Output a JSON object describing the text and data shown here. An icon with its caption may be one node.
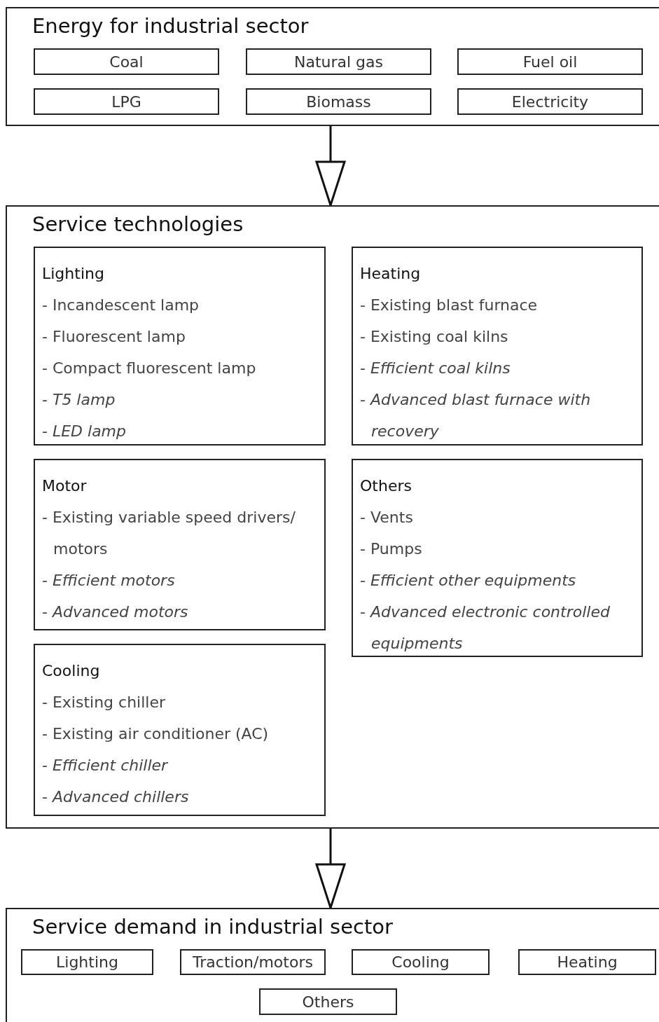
{
  "diagram": {
    "nodes": [
      {
        "text": [
          "Energy for industrial sector"
        ]
      },
      {
        "text": [
          "Coal"
        ],
        "in": 0
      },
      {
        "text": [
          "Natural gas"
        ],
        "in": 0
      },
      {
        "text": [
          "Fuel oil"
        ],
        "in": 0
      },
      {
        "text": [
          "LPG"
        ],
        "in": 0
      },
      {
        "text": [
          "Biomass"
        ],
        "in": 0
      },
      {
        "text": [
          "Electricity"
        ],
        "in": 0
      },
      {
        "text": [
          "Service technologies"
        ]
      },
      {
        "text": [
          "Lighting",
          "- Incandescent lamp",
          "- Fluorescent lamp",
          "- Compact fluorescent lamp",
          "- *T5 lamp*",
          "- *LED lamp*"
        ],
        "in": 7
      },
      {
        "text": [
          "Heating",
          "- Existing blast furnace",
          "- Existing coal kilns",
          "- *Efficient coal kilns*",
          "- *Advanced blast furnace with recovery*"
        ],
        "in": 7
      },
      {
        "text": [
          "Motor",
          "- Existing variable speed drivers/ motors",
          "- *Efficient motors*",
          "- *Advanced motors*"
        ],
        "in": 7
      },
      {
        "text": [
          "Others",
          "- Vents",
          "- Pumps",
          "- *Efficient other equipments*",
          "- *Advanced electronic controlled equipments*"
        ],
        "in": 7
      },
      {
        "text": [
          "Cooling",
          "- Existing chiller",
          "- Existing air conditioner (AC)",
          "- *Efficient chiller*",
          "- *Advanced chillers*"
        ],
        "in": 7
      },
      {
        "text": [
          "Service demand in industrial sector"
        ]
      },
      {
        "text": [
          "Lighting"
        ],
        "in": 13
      },
      {
        "text": [
          "Traction/motors"
        ],
        "in": 13
      },
      {
        "text": [
          "Cooling"
        ],
        "in": 13
      },
      {
        "text": [
          "Heating"
        ],
        "in": 13
      },
      {
        "text": [
          "Others"
        ],
        "in": 13
      }
    ],
    "edges": [
      {
        "from": 0,
        "to": 7,
        "arrow": "to"
      },
      {
        "from": 7,
        "to": 13,
        "arrow": "to"
      }
    ]
  }
}
